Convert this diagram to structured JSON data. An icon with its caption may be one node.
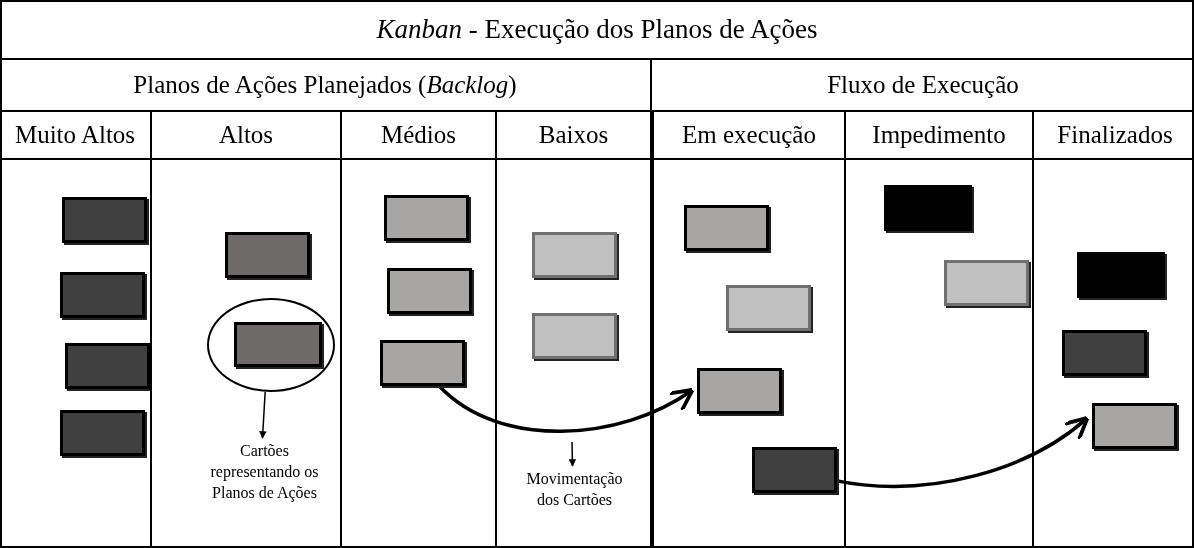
{
  "diagram": {
    "title": "*Kanban* - Execução dos Planos de Ações",
    "nodes": [
      {
        "text": [
          "Planos de Ações Planejados (*Backlog*)"
        ]
      },
      {
        "text": [
          "Muito Altos"
        ],
        "in": 0
      },
      {
        "text": [],
        "shape": "box",
        "in": 1
      },
      {
        "text": [],
        "shape": "box",
        "in": 1
      },
      {
        "text": [],
        "shape": "box",
        "in": 1
      },
      {
        "text": [],
        "shape": "box",
        "in": 1
      },
      {
        "text": [
          "Altos"
        ],
        "in": 0
      },
      {
        "text": [],
        "shape": "box",
        "in": 6
      },
      {
        "text": [],
        "shape": "circle",
        "in": 6
      },
      {
        "text": [],
        "shape": "box",
        "in": 8
      },
      {
        "text": [
          "Cartões representando os Planos de Ações"
        ],
        "in": 6
      },
      {
        "text": [
          "Médios"
        ],
        "in": 0
      },
      {
        "text": [],
        "shape": "box",
        "in": 11
      },
      {
        "text": [],
        "shape": "box",
        "in": 11
      },
      {
        "text": [],
        "shape": "box",
        "in": 11
      },
      {
        "text": [
          "Baixos"
        ],
        "in": 0
      },
      {
        "text": [],
        "shape": "box",
        "in": 15
      },
      {
        "text": [],
        "shape": "box",
        "in": 15
      },
      {
        "text": [
          "Movimentação dos Cartões"
        ],
        "in": 15
      },
      {
        "text": [
          "Fluxo de Execução"
        ]
      },
      {
        "text": [
          "Em execução"
        ],
        "in": 19
      },
      {
        "text": [],
        "shape": "box",
        "in": 20
      },
      {
        "text": [],
        "shape": "box",
        "in": 20
      },
      {
        "text": [],
        "shape": "box",
        "in": 20
      },
      {
        "text": [],
        "shape": "box",
        "in": 20
      },
      {
        "text": [
          "Impedimento"
        ],
        "in": 19
      },
      {
        "text": [],
        "shape": "box",
        "in": 25
      },
      {
        "text": [],
        "shape": "box",
        "in": 25
      },
      {
        "text": [
          "Finalizados"
        ],
        "in": 19
      },
      {
        "text": [],
        "shape": "box",
        "in": 28
      },
      {
        "text": [],
        "shape": "box",
        "in": 28
      },
      {
        "text": [],
        "shape": "box",
        "in": 28
      }
    ],
    "edges": [
      {
        "from": 8,
        "to": 10,
        "arrow": "to"
      },
      {
        "from": 14,
        "to": 23,
        "arrow": "to",
        "style": "thick"
      },
      {
        "from": 24,
        "to": 31,
        "arrow": "to",
        "style": "thick"
      },
      {
        "from": null,
        "to": 18,
        "arrow": "to"
      }
    ]
  }
}
